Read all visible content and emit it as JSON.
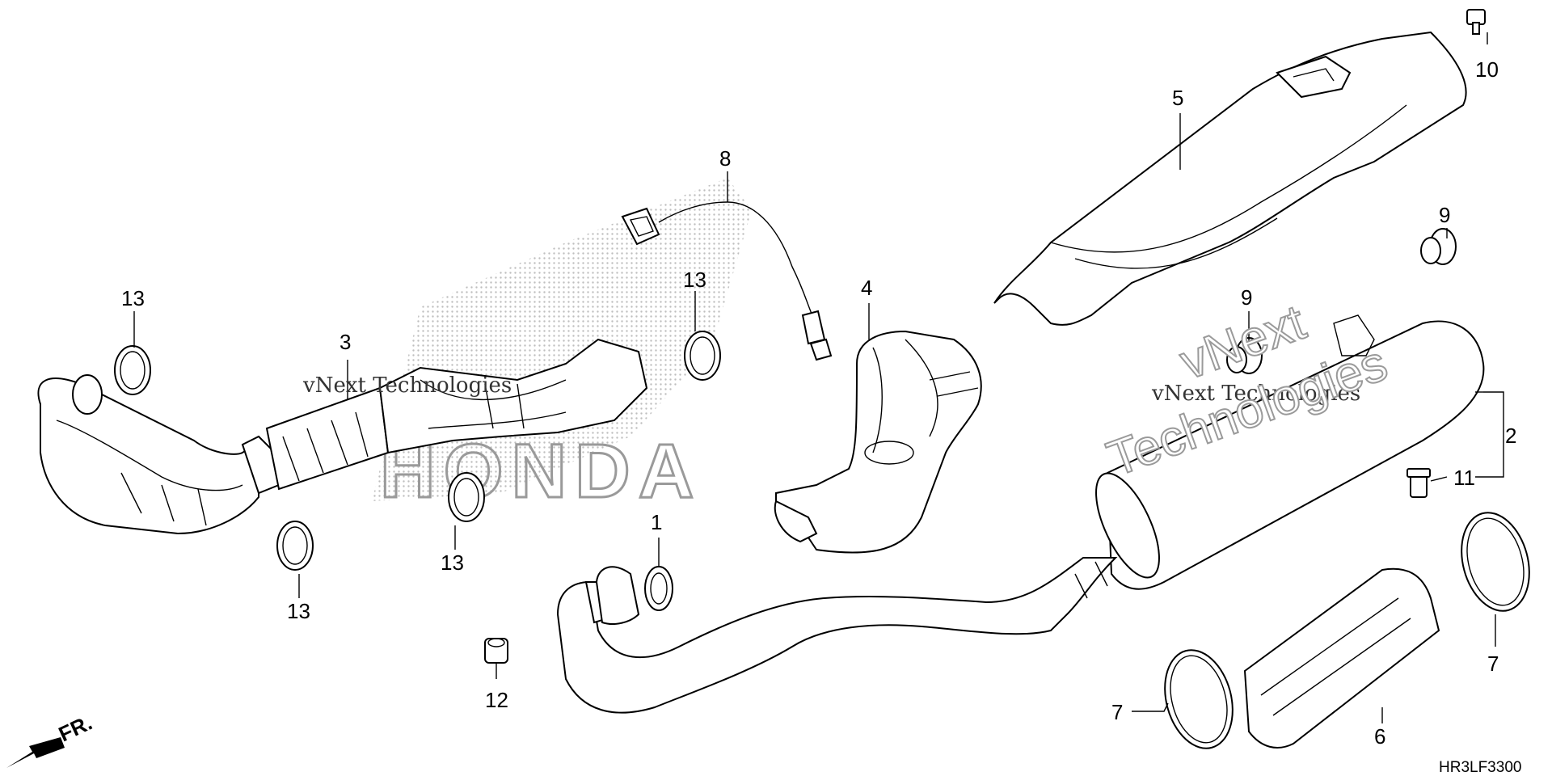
{
  "diagram": {
    "code": "HR3LF3300",
    "fr_label": "FR.",
    "watermark": {
      "brand": "HONDA",
      "lines": [
        "vNext Technologies",
        "vNext",
        "Technologies"
      ]
    },
    "callouts": [
      "1",
      "2",
      "3",
      "4",
      "5",
      "6",
      "7",
      "7",
      "8",
      "9",
      "9",
      "10",
      "11",
      "12",
      "13",
      "13",
      "13",
      "13"
    ]
  }
}
